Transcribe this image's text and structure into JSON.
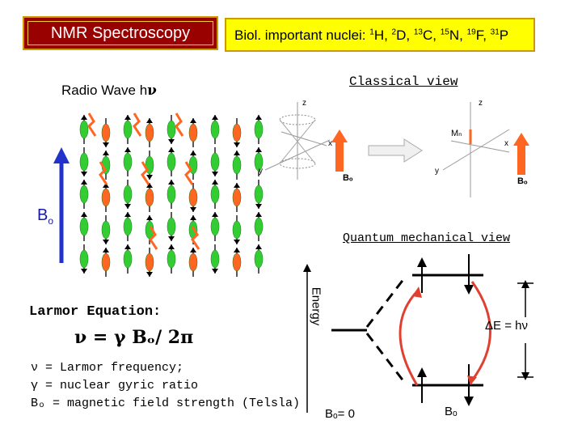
{
  "title": "NMR Spectroscopy",
  "nuclei": {
    "prefix": "Biol. important nuclei: ",
    "items": [
      {
        "mass": "1",
        "symbol": "H"
      },
      {
        "mass": "2",
        "symbol": "D"
      },
      {
        "mass": "13",
        "symbol": "C"
      },
      {
        "mass": "15",
        "symbol": "N"
      },
      {
        "mass": "19",
        "symbol": "F"
      },
      {
        "mass": "31",
        "symbol": "P"
      }
    ]
  },
  "radio_wave": {
    "text": "Radio Wave h",
    "symbol": "ν"
  },
  "classical_view": "Classical view",
  "quantum_view": "Quantum mechanical view",
  "bo_label": {
    "main": "B",
    "sub": "o"
  },
  "classical_labels": {
    "bo": "Bₒ",
    "mn": "Mₙ",
    "z": "z",
    "x": "x",
    "y": "y"
  },
  "larmor": {
    "title": "Larmor Equation:",
    "equation": "ν  =  γ Bₒ/ 2π",
    "definitions": [
      "ν = Larmor frequency;",
      "γ  = nuclear gyric ratio",
      "Bₒ = magnetic field strength (Telsla)"
    ]
  },
  "energy_label": "Energy",
  "delta_e": "ΔE = hν",
  "bo_zero": "Bₒ= 0",
  "bo_right": "Bₒ",
  "colors": {
    "title_bg": "#990000",
    "nuclei_bg": "#ffff00",
    "spin_green": "#33cc33",
    "spin_orange": "#ff6622",
    "field_arrow": "#2233cc",
    "red_arrow": "#e04030"
  }
}
